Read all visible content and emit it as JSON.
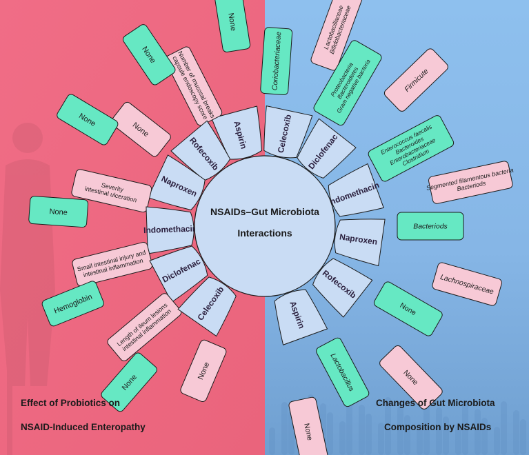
{
  "center": {
    "line1": "NSAIDs–Gut Microbiota",
    "line2": "Interactions"
  },
  "left_caption": {
    "line1": "Effect of Probiotics on",
    "line2": "NSAID-Induced Enteropathy"
  },
  "right_caption": {
    "line1": "Changes of Gut Microbiota",
    "line2": "Composition by NSAIDs"
  },
  "colors": {
    "left_bg": "#ef6f86",
    "right_bg": "#8fbde9",
    "drug_fill": "#c9dcf4",
    "green_box": "#66e8c3",
    "pink_box": "#f7c9d6"
  },
  "left": [
    {
      "drug": "Aspirin",
      "inner": [
        "Number of mucosal breaks",
        "capsule endoscopy score"
      ],
      "inner_color": "pink",
      "inner_italic": false,
      "outer": "None",
      "outer_color": "green"
    },
    {
      "drug": "Rofecoxib",
      "inner": [
        "None"
      ],
      "inner_color": "pink",
      "inner_italic": false,
      "outer": "None",
      "outer_color": "green"
    },
    {
      "drug": "Naproxen",
      "inner": [
        "Severity",
        "intestinal ulceration"
      ],
      "inner_color": "pink",
      "inner_italic": false,
      "outer": "None",
      "outer_color": "green"
    },
    {
      "drug": "Indomethacin",
      "inner": [
        "Small intestinal injury and",
        "intestinal inflammation"
      ],
      "inner_color": "pink",
      "inner_italic": false,
      "outer": "None",
      "outer_color": "green"
    },
    {
      "drug": "Diclofenac",
      "inner": [
        "Length of ileum lesions",
        "intestinal inflammation"
      ],
      "inner_color": "pink",
      "inner_italic": false,
      "outer": "Hemoglobin",
      "outer_color": "green"
    },
    {
      "drug": "Celecoxib",
      "inner": [
        "None"
      ],
      "inner_color": "pink",
      "inner_italic": false,
      "outer": "None",
      "outer_color": "green"
    }
  ],
  "right": [
    {
      "drug": "Celecoxib",
      "items": [
        {
          "text": [
            "Coriobacteriaceae"
          ],
          "color": "green",
          "italic": true
        },
        {
          "text": [
            "Lactobacillaceae",
            "Bifidobacteriaceae"
          ],
          "color": "pink",
          "italic": true
        }
      ]
    },
    {
      "drug": "Diclofenac",
      "items": [
        {
          "text": [
            "Proteobacteria",
            "Bacteroidetes",
            "Gram negative bacteria"
          ],
          "color": "green",
          "italic": true
        },
        {
          "text": [
            "Firmicute"
          ],
          "color": "pink",
          "italic": true
        }
      ]
    },
    {
      "drug": "Indomethacin",
      "items": [
        {
          "text": [
            "Enterococcus faecalis",
            "Bacteroides",
            "Enterobacteriaceae",
            "Clostridium"
          ],
          "color": "green",
          "italic": true
        },
        {
          "text": [
            "Segmented filamentous bacteria",
            "Bacteriods"
          ],
          "color": "pink",
          "italic": true
        }
      ]
    },
    {
      "drug": "Naproxen",
      "items": [
        {
          "text": [
            "Bacteriods"
          ],
          "color": "green",
          "italic": true
        },
        {
          "text": [
            "Lachnospiraceae"
          ],
          "color": "pink",
          "italic": true
        }
      ]
    },
    {
      "drug": "Rofecoxib",
      "items": [
        {
          "text": [
            "None"
          ],
          "color": "green",
          "italic": false
        },
        {
          "text": [
            "None"
          ],
          "color": "pink",
          "italic": false
        }
      ]
    },
    {
      "drug": "Aspirin",
      "items": [
        {
          "text": [
            "Lactobacillus"
          ],
          "color": "green",
          "italic": true
        },
        {
          "text": [
            "None"
          ],
          "color": "pink",
          "italic": false
        }
      ]
    }
  ]
}
